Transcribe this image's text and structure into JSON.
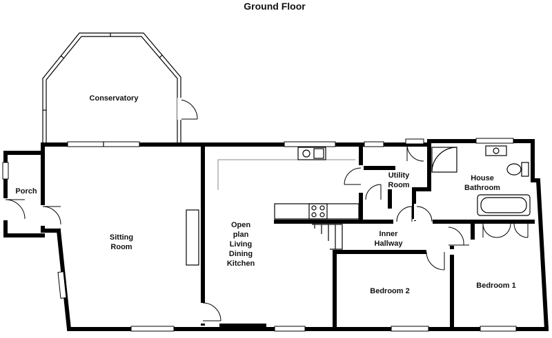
{
  "title": "Ground Floor",
  "rooms": {
    "conservatory": [
      "Conservatory"
    ],
    "porch": [
      "Porch"
    ],
    "sitting_room": [
      "Sitting",
      "Room"
    ],
    "kitchen": [
      "Open",
      "plan",
      "Living",
      "Dining",
      "Kitchen"
    ],
    "utility": [
      "Utility",
      "Room"
    ],
    "bathroom": [
      "House",
      "Bathroom"
    ],
    "hallway": [
      "Inner",
      "Hallway"
    ],
    "bedroom2": [
      "Bedroom 2"
    ],
    "bedroom1": [
      "Bedroom 1"
    ]
  }
}
